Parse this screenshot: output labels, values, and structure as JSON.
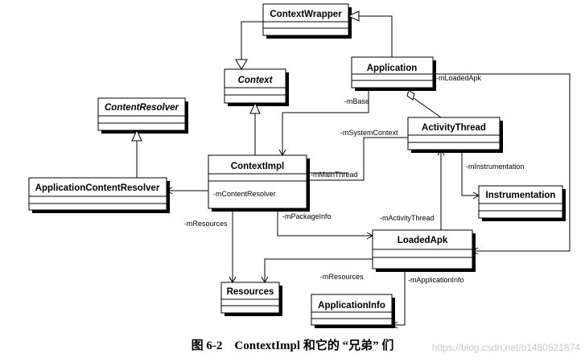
{
  "classes": {
    "context_wrapper": "ContextWrapper",
    "application": "Application",
    "context": "Context",
    "content_resolver": "ContentResolver",
    "activity_thread": "ActivityThread",
    "context_impl": "ContextImpl",
    "application_content_resolver": "ApplicationContentResolver",
    "instrumentation": "Instrumentation",
    "loaded_apk": "LoadedApk",
    "resources": "Resources",
    "application_info": "ApplicationInfo"
  },
  "labels": {
    "m_loaded_apk": "-mLoadedApk",
    "m_base": "-mBase",
    "m_system_context": "-mSystemContext",
    "m_main_thread": "-mMainThread",
    "m_content_resolver": "-mContentResolver",
    "m_instrumentation": "-mInstrumentation",
    "m_resources_ctx": "-mResources",
    "m_package_info": "-mPackageInfo",
    "m_activity_thread": "-mActivityThread",
    "m_resources_apk": "-mResources",
    "m_application_info": "-mApplicationInfo"
  },
  "caption": "图 6-2　ContextImpl 和它的 “兄弟” 们",
  "watermark": "https://blog.csdn.net/b1480521874"
}
